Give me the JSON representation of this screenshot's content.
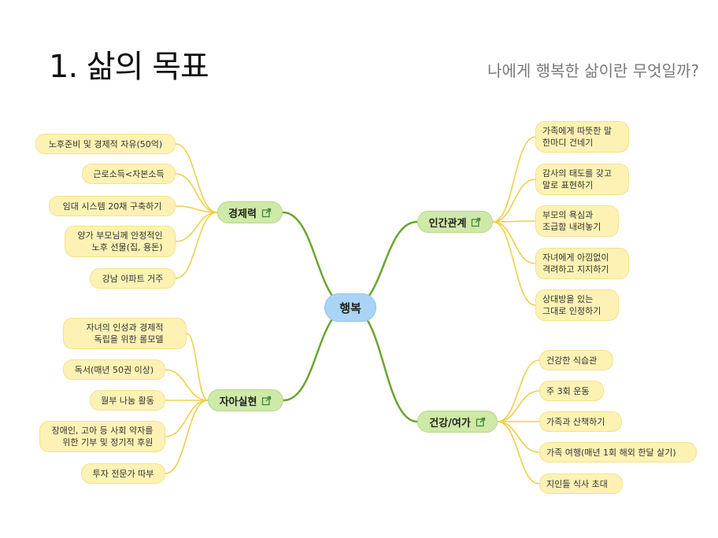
{
  "title": "1. 삶의 목표",
  "subtitle": "나에게 행복한 삶이란 무엇일까?",
  "center": "행복",
  "colors": {
    "center_fill": "#a9d4f5",
    "branch_fill": "#cfe9a8",
    "leaf_fill": "#fdf2b4",
    "main_line": "#6aa52f",
    "leaf_line": "#f0cf4c",
    "link_icon": "#3a8a3a"
  },
  "branches": [
    {
      "label": "경제력",
      "icon": "external-link-icon",
      "leaves": [
        "노후준비 및 경제적 자유(50억)",
        "근로소득<자본소득",
        "임대 시스템 20채 구축하기",
        "양가 부모님께 안정적인\n노후 선물(집, 용돈)",
        "강남 아파트 거주"
      ]
    },
    {
      "label": "자아실현",
      "icon": "external-link-icon",
      "leaves": [
        "자녀의 인성과 경제적\n독립을 위한 롤모델",
        "독서(매년 50권 이상)",
        "월부 나눔 활동",
        "장애인, 고아 등 사회 약자를\n위한 기부 및 정기적 후원",
        "투자 전문가 따부"
      ]
    },
    {
      "label": "인간관계",
      "icon": "external-link-icon",
      "leaves": [
        "가족에게 따뜻한 말\n한마디 건네기",
        "감사의 태도를 갖고\n말로 표현하기",
        "부모의 욕심과\n조급함 내려놓기",
        "자녀에게 아낌없이\n격려하고 지지하기",
        "상대방을 있는\n그대로 인정하기"
      ]
    },
    {
      "label": "건강/여가",
      "icon": "external-link-icon",
      "leaves": [
        "건강한 식습관",
        "주 3회 운동",
        "가족과 산책하기",
        "가족 여행(매년 1회 해외 한달 살기)",
        "지인들 식사 초대"
      ]
    }
  ]
}
